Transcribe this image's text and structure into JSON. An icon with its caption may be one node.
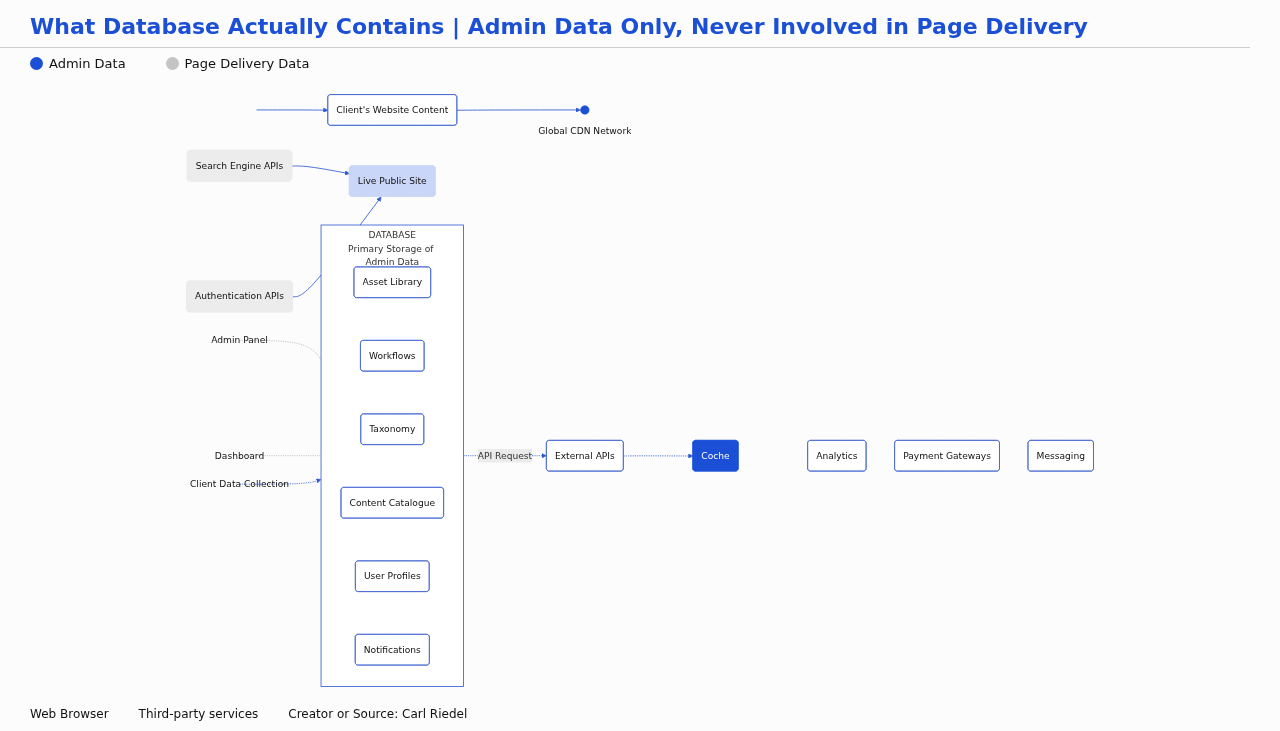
{
  "diagram": {
    "title": "What Database Actually Contains | Admin Data Only, Never Involved in Page Delivery",
    "nodes": [
      {
        "text": [
          "Admin Panel"
        ]
      },
      {
        "text": [
          "Dashboard"
        ]
      },
      {
        "text": [
          "DATABASE",
          "Primary Storage of Admin Data"
        ]
      },
      {
        "text": [
          "Asset Library"
        ],
        "in": 2
      },
      {
        "text": [
          "Workflows"
        ],
        "in": 2
      },
      {
        "text": [
          "Taxonomy"
        ],
        "in": 2
      },
      {
        "text": [
          "Content Catalogue"
        ],
        "in": 2
      },
      {
        "text": [
          "User Profiles"
        ],
        "in": 2
      },
      {
        "text": [
          "Notifications"
        ],
        "in": 2
      },
      {
        "text": [
          "Client Data Collection"
        ]
      },
      {
        "text": [
          "External APIs"
        ]
      },
      {
        "text": [
          "Search Engine APIs"
        ]
      },
      {
        "text": [
          "Authentication APIs"
        ]
      },
      {
        "text": [
          "Live Public Site"
        ]
      },
      {
        "text": [
          "Client's Website Content"
        ]
      },
      {
        "text": [],
        "shape": "circle",
        "beside": [
          "Global CDN Network"
        ]
      },
      {
        "text": [
          "Coche"
        ]
      },
      {
        "text": [
          "Analytics"
        ]
      },
      {
        "text": [
          "Payment Gateways"
        ]
      },
      {
        "text": [
          "Messaging"
        ]
      }
    ],
    "edges": [
      {
        "from": 0,
        "to": 2,
        "arrow": "none",
        "style": "dashed",
        "color": "#bbbbbb"
      },
      {
        "from": 1,
        "to": 2,
        "arrow": "none",
        "style": "dashed",
        "color": "#bbbbbb"
      },
      {
        "from": 9,
        "to": 2,
        "arrow": "to",
        "style": "dashed"
      },
      {
        "from": 2,
        "to": 10,
        "arrow": "to",
        "style": "dashed",
        "label": "API Request"
      },
      {
        "from": 11,
        "to": 13,
        "arrow": "to"
      },
      {
        "from": 12,
        "to": 13,
        "arrow": "to"
      },
      {
        "from": null,
        "to": 14,
        "arrow": "to"
      },
      {
        "from": 14,
        "to": 15,
        "arrow": "to"
      },
      {
        "from": 10,
        "to": 16,
        "arrow": "to",
        "style": "dashed"
      }
    ],
    "labels": [
      "Web Browser",
      "Third-party services",
      "Creator or Source: Carl Riedel"
    ],
    "legend": [
      {
        "text": "Admin Data",
        "color": "#1a4fd6"
      },
      {
        "text": "Page Delivery Data",
        "color": "#c4c4c4"
      }
    ]
  }
}
